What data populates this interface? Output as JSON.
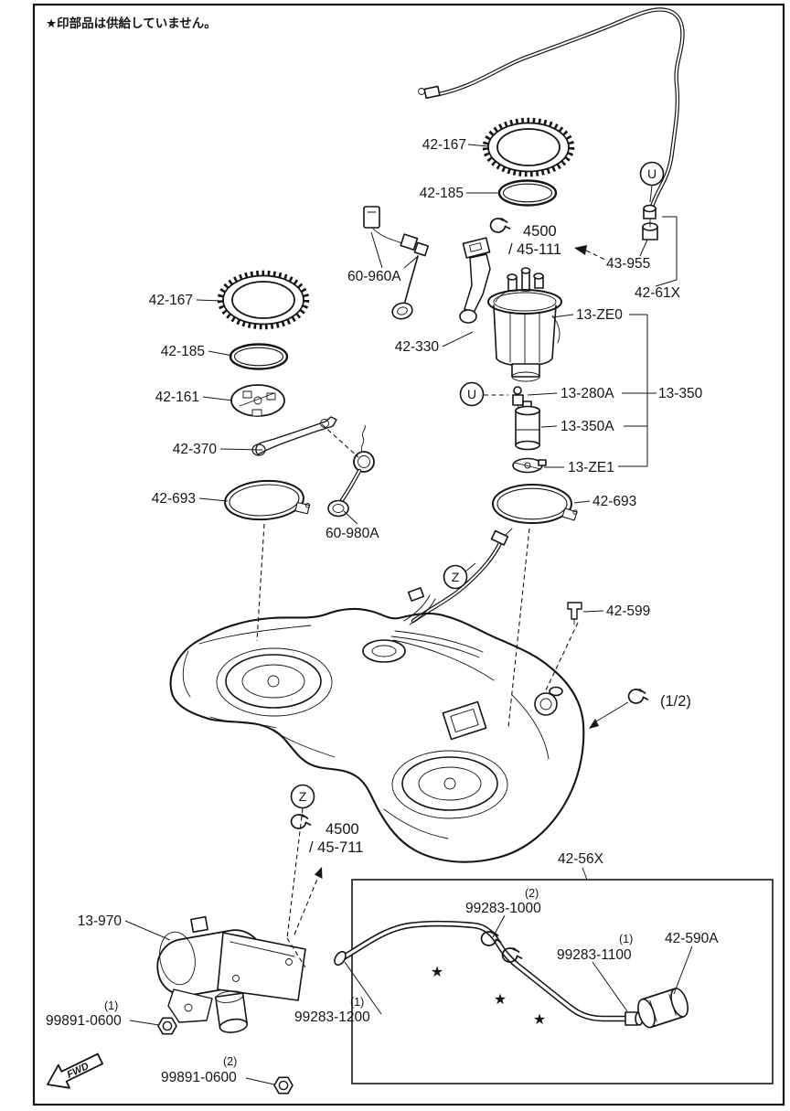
{
  "colors": {
    "ink": "#151515",
    "background": "#ffffff"
  },
  "note": "★印部品は供給していません。",
  "views": {
    "u": "U",
    "z": "Z"
  },
  "qty": {
    "one": "(1)",
    "two": "(2)"
  },
  "symbols": {
    "star": "★",
    "fwd": "FWD",
    "half": "(1/2)"
  },
  "refs": {
    "r4500": "4500",
    "r45_111": "/ 45-111",
    "r45_711": "/ 45-711"
  },
  "parts": {
    "lock_ring": "42-167",
    "gasket": "42-185",
    "sender_60_960a": "60-960A",
    "pipe_43_955": "43-955",
    "pipe_assy_42_61x": "42-61X",
    "filter_13_ze0": "13-ZE0",
    "sender_42_330": "42-330",
    "connector_13_280a": "13-280A",
    "pump_unit_13_350": "13-350",
    "plate_42_161": "42-161",
    "arm_42_370": "42-370",
    "pump_13_350a": "13-350A",
    "holder_13_ze1": "13-ZE1",
    "ring_42_693": "42-693",
    "pump_60_980a": "60-980A",
    "clip_42_599": "42-599",
    "hose_assy_42_56x": "42-56X",
    "canister_13_970": "13-970",
    "clamp_99283_1000": "99283-1000",
    "clamp_99283_1100": "99283-1100",
    "damper_42_590a": "42-590A",
    "nut_99891_0600": "99891-0600",
    "clamp_99283_1200": "99283-1200"
  }
}
